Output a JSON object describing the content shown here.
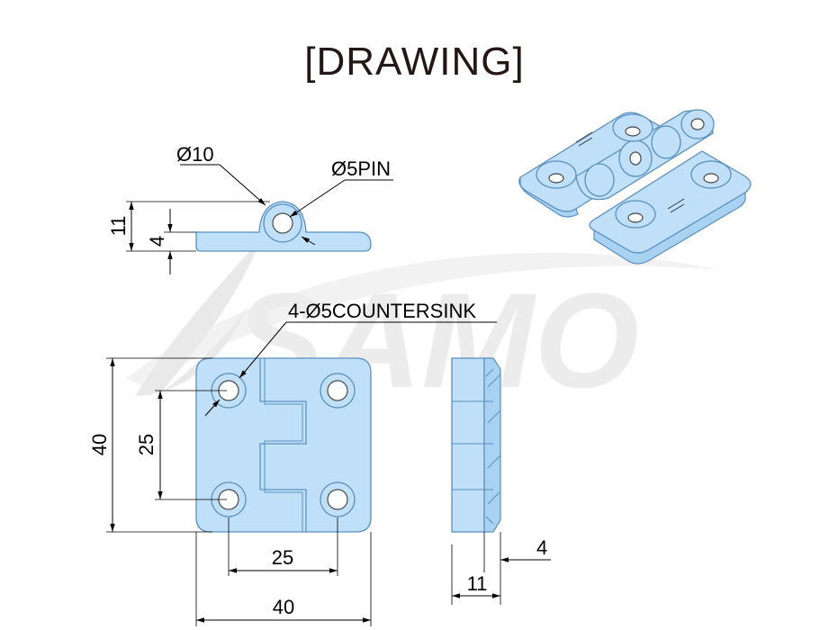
{
  "title": "[DRAWING]",
  "watermark": "SAMO",
  "labels": {
    "pin_od": "Ø10",
    "pin_d": "Ø5PIN",
    "side_total_h": "11",
    "side_plate_t": "4",
    "countersink": "4-Ø5COUNTERSINK",
    "front_height": "40",
    "front_hole_pitch_v": "25",
    "front_hole_pitch_h": "25",
    "front_width": "40",
    "right_thickness": "4",
    "right_depth": "11"
  },
  "colors": {
    "part_fill": "#bfe0f8",
    "part_stroke": "#5a8fbf",
    "dimension": "#000000",
    "title": "#231815"
  }
}
